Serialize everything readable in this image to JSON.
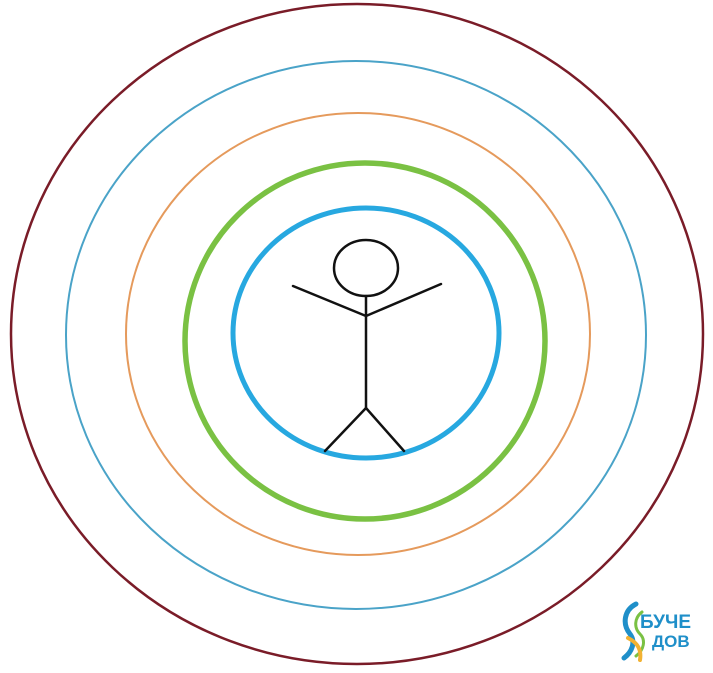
{
  "diagram": {
    "rings": [
      {
        "color": "#7a1c28"
      },
      {
        "color": "#4aa3c8"
      },
      {
        "color": "#e59a5c"
      },
      {
        "color": "#7ac143"
      },
      {
        "color": "#27a8e0"
      }
    ],
    "figure": "stick-figure",
    "figure_color": "#111111"
  },
  "logo": {
    "line1": "БУЧЕ",
    "line2": "ДОВ",
    "color": "#1f8fc9"
  }
}
